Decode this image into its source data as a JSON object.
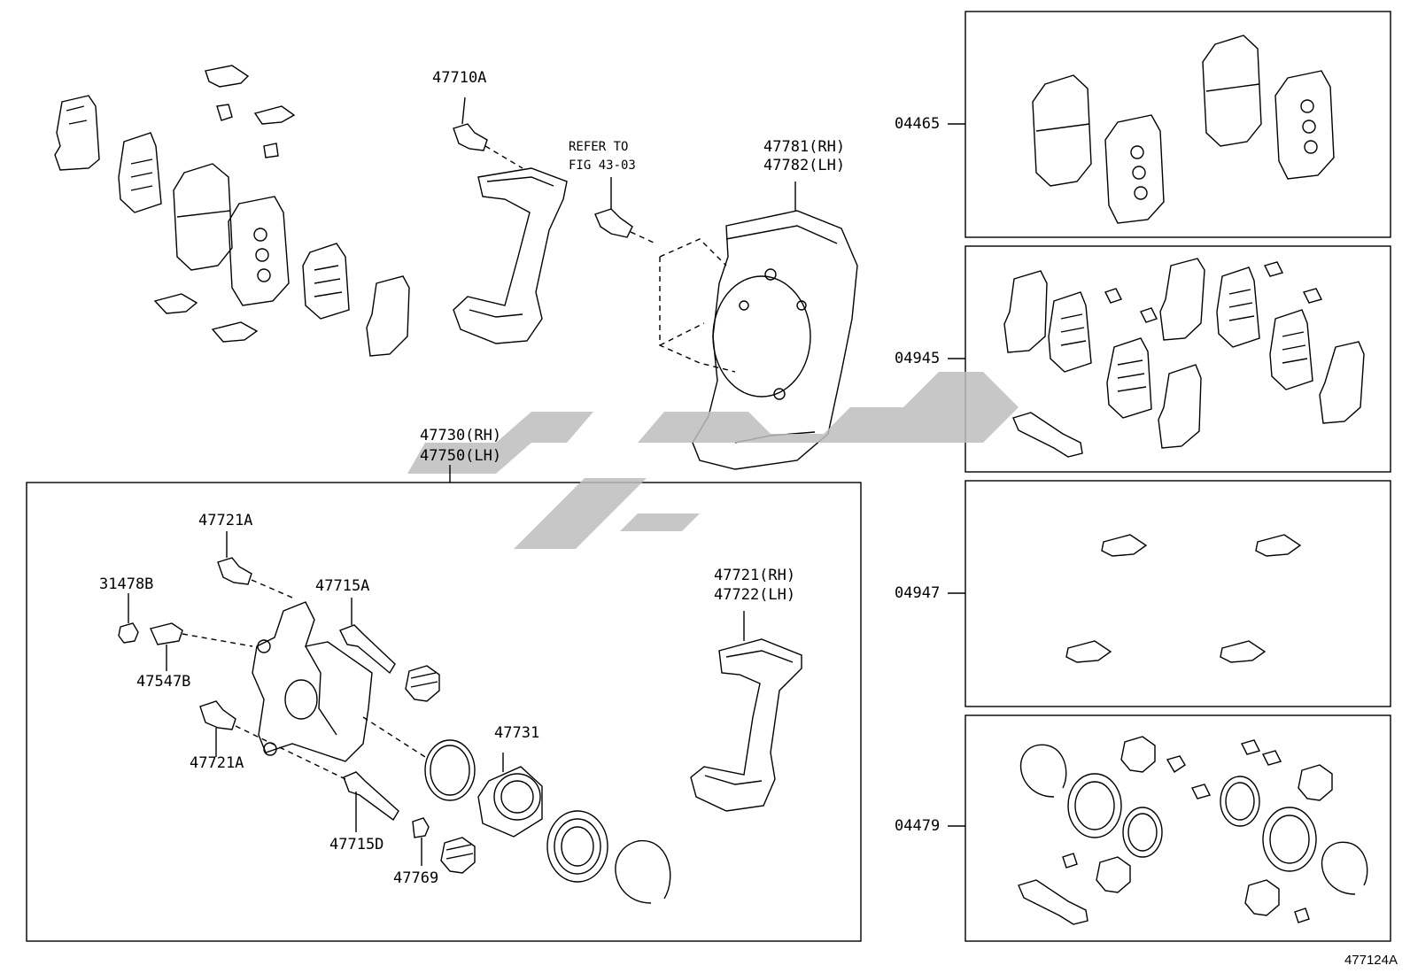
{
  "diagram_id": "477124A",
  "watermark": "یدک",
  "labels": {
    "p47710A": "47710A",
    "refer1": "REFER TO",
    "refer2": "FIG 43-03",
    "p47781": "47781(RH)",
    "p47782": "47782(LH)",
    "p47730": "47730(RH)",
    "p47750": "47750(LH)",
    "p47721A_top": "47721A",
    "p31478B": "31478B",
    "p47715A": "47715A",
    "p47547B": "47547B",
    "p47721A_bot": "47721A",
    "p47731": "47731",
    "p47715D": "47715D",
    "p47769": "47769",
    "p47721": "47721(RH)",
    "p47722": "47722(LH)",
    "kit04465": "04465",
    "kit04945": "04945",
    "kit04947": "04947",
    "kit04479": "04479"
  },
  "colors": {
    "line": "#000000",
    "watermark": "#bdbdbd"
  }
}
